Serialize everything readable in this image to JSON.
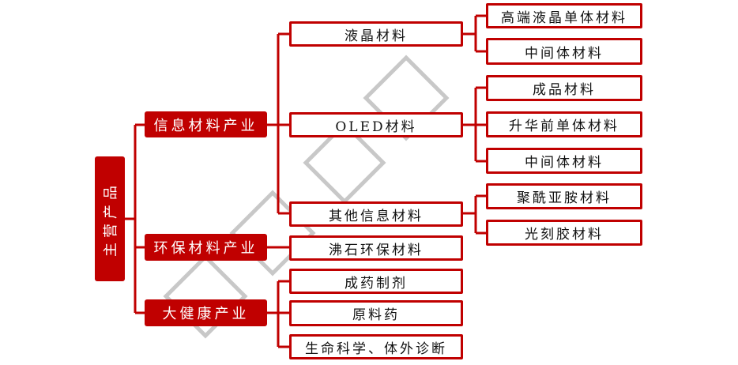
{
  "diagram": {
    "title": "主营产品",
    "accent_color": "#c00000",
    "watermark_color": "#c8c8c8",
    "root": {
      "label": "主营产品"
    },
    "industries": [
      {
        "label": "信息材料产业",
        "categories": [
          {
            "label": "液晶材料",
            "products": [
              "高端液晶单体材料",
              "中间体材料"
            ]
          },
          {
            "label": "OLED材料",
            "products": [
              "成品材料",
              "升华前单体材料",
              "中间体材料"
            ]
          },
          {
            "label": "其他信息材料",
            "products": [
              "聚酰亚胺材料",
              "光刻胶材料"
            ]
          }
        ]
      },
      {
        "label": "环保材料产业",
        "categories": [
          {
            "label": "沸石环保材料",
            "products": []
          }
        ]
      },
      {
        "label": "大健康产业",
        "categories": [
          {
            "label": "成药制剂",
            "products": []
          },
          {
            "label": "原料药",
            "products": []
          },
          {
            "label": "生命科学、体外诊断",
            "products": []
          }
        ]
      }
    ]
  }
}
